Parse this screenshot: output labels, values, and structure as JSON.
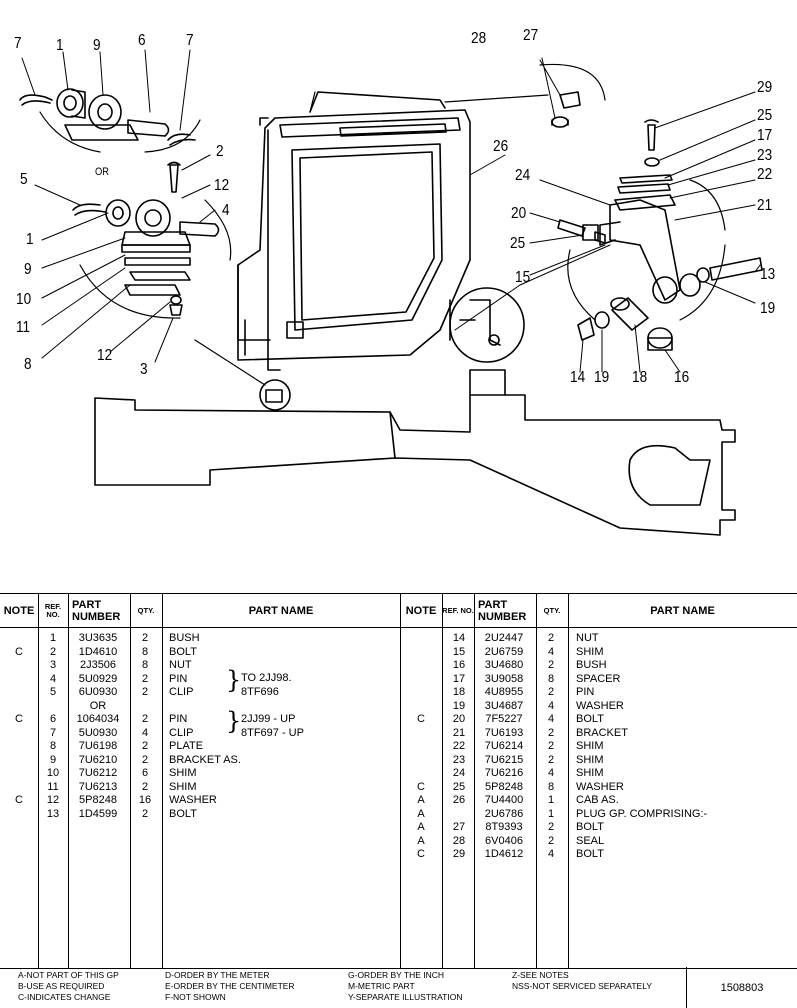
{
  "callouts": [
    {
      "id": "c7a",
      "text": "7"
    },
    {
      "id": "c1a",
      "text": "1"
    },
    {
      "id": "c9a",
      "text": "9"
    },
    {
      "id": "c6",
      "text": "6"
    },
    {
      "id": "c7b",
      "text": "7"
    },
    {
      "id": "cor",
      "text": "OR"
    },
    {
      "id": "c2",
      "text": "2"
    },
    {
      "id": "c5",
      "text": "5"
    },
    {
      "id": "c12a",
      "text": "12"
    },
    {
      "id": "c4",
      "text": "4"
    },
    {
      "id": "c1b",
      "text": "1"
    },
    {
      "id": "c9b",
      "text": "9"
    },
    {
      "id": "c10",
      "text": "10"
    },
    {
      "id": "c11",
      "text": "11"
    },
    {
      "id": "c8",
      "text": "8"
    },
    {
      "id": "c12b",
      "text": "12"
    },
    {
      "id": "c3",
      "text": "3"
    },
    {
      "id": "c28",
      "text": "28"
    },
    {
      "id": "c27",
      "text": "27"
    },
    {
      "id": "c26",
      "text": "26"
    },
    {
      "id": "c29",
      "text": "29"
    },
    {
      "id": "c25a",
      "text": "25"
    },
    {
      "id": "c17",
      "text": "17"
    },
    {
      "id": "c23",
      "text": "23"
    },
    {
      "id": "c24",
      "text": "24"
    },
    {
      "id": "c22",
      "text": "22"
    },
    {
      "id": "c20",
      "text": "20"
    },
    {
      "id": "c21",
      "text": "21"
    },
    {
      "id": "c25b",
      "text": "25"
    },
    {
      "id": "c15",
      "text": "15"
    },
    {
      "id": "c13",
      "text": "13"
    },
    {
      "id": "c19a",
      "text": "19"
    },
    {
      "id": "c14",
      "text": "14"
    },
    {
      "id": "c19b",
      "text": "19"
    },
    {
      "id": "c18",
      "text": "18"
    },
    {
      "id": "c16",
      "text": "16"
    }
  ],
  "table": {
    "headers": {
      "note": "NOTE",
      "ref": "REF. NO.",
      "part_number": "PART NUMBER",
      "qty": "QTY.",
      "part_name": "PART NAME"
    },
    "left": [
      {
        "note": "",
        "ref": "1",
        "pn": "3U3635",
        "qty": "2",
        "name": "BUSH"
      },
      {
        "note": "C",
        "ref": "2",
        "pn": "1D4610",
        "qty": "8",
        "name": "BOLT"
      },
      {
        "note": "",
        "ref": "3",
        "pn": "2J3506",
        "qty": "8",
        "name": "NUT"
      },
      {
        "note": "",
        "ref": "4",
        "pn": "5U0929",
        "qty": "2",
        "name": "PIN"
      },
      {
        "note": "",
        "ref": "5",
        "pn": "6U0930",
        "qty": "2",
        "name": "CLIP"
      },
      {
        "note": "",
        "ref": "",
        "pn": "OR",
        "qty": "",
        "name": ""
      },
      {
        "note": "C",
        "ref": "6",
        "pn": "1064034",
        "qty": "2",
        "name": "PIN"
      },
      {
        "note": "",
        "ref": "7",
        "pn": "5U0930",
        "qty": "4",
        "name": "CLIP"
      },
      {
        "note": "",
        "ref": "8",
        "pn": "7U6198",
        "qty": "2",
        "name": "PLATE"
      },
      {
        "note": "",
        "ref": "9",
        "pn": "7U6210",
        "qty": "2",
        "name": "BRACKET AS."
      },
      {
        "note": "",
        "ref": "10",
        "pn": "7U6212",
        "qty": "6",
        "name": "SHIM"
      },
      {
        "note": "",
        "ref": "11",
        "pn": "7U6213",
        "qty": "2",
        "name": "SHIM"
      },
      {
        "note": "C",
        "ref": "12",
        "pn": "5P8248",
        "qty": "16",
        "name": "WASHER"
      },
      {
        "note": "",
        "ref": "13",
        "pn": "1D4599",
        "qty": "2",
        "name": "BOLT"
      }
    ],
    "bracket_notes": [
      {
        "line1": "TO 2JJ98.",
        "line2": "8TF696"
      },
      {
        "line1": "2JJ99 - UP",
        "line2": "8TF697 - UP"
      }
    ],
    "right": [
      {
        "note": "",
        "ref": "14",
        "pn": "2U2447",
        "qty": "2",
        "name": "NUT"
      },
      {
        "note": "",
        "ref": "15",
        "pn": "2U6759",
        "qty": "4",
        "name": "SHIM"
      },
      {
        "note": "",
        "ref": "16",
        "pn": "3U4680",
        "qty": "2",
        "name": "BUSH"
      },
      {
        "note": "",
        "ref": "17",
        "pn": "3U9058",
        "qty": "8",
        "name": "SPACER"
      },
      {
        "note": "",
        "ref": "18",
        "pn": "4U8955",
        "qty": "2",
        "name": "PIN"
      },
      {
        "note": "",
        "ref": "19",
        "pn": "3U4687",
        "qty": "4",
        "name": "WASHER"
      },
      {
        "note": "C",
        "ref": "20",
        "pn": "7F5227",
        "qty": "4",
        "name": "BOLT"
      },
      {
        "note": "",
        "ref": "21",
        "pn": "7U6193",
        "qty": "2",
        "name": "BRACKET"
      },
      {
        "note": "",
        "ref": "22",
        "pn": "7U6214",
        "qty": "2",
        "name": "SHIM"
      },
      {
        "note": "",
        "ref": "23",
        "pn": "7U6215",
        "qty": "2",
        "name": "SHIM"
      },
      {
        "note": "",
        "ref": "24",
        "pn": "7U6216",
        "qty": "4",
        "name": "SHIM"
      },
      {
        "note": "C",
        "ref": "25",
        "pn": "5P8248",
        "qty": "8",
        "name": "WASHER"
      },
      {
        "note": "A",
        "ref": "26",
        "pn": "7U4400",
        "qty": "1",
        "name": "CAB AS."
      },
      {
        "note": "A",
        "ref": "",
        "pn": "2U6786",
        "qty": "1",
        "name": "PLUG GP. COMPRISING:-"
      },
      {
        "note": "A",
        "ref": "27",
        "pn": "8T9393",
        "qty": "2",
        "name": "BOLT"
      },
      {
        "note": "A",
        "ref": "28",
        "pn": "6V0406",
        "qty": "2",
        "name": "SEAL"
      },
      {
        "note": "C",
        "ref": "29",
        "pn": "1D4612",
        "qty": "4",
        "name": "BOLT"
      }
    ]
  },
  "legend": {
    "col1": [
      "A-NOT PART OF THIS GP",
      "B-USE AS REQUIRED",
      "C-INDICATES CHANGE"
    ],
    "col2": [
      "D-ORDER BY THE METER",
      "E-ORDER BY THE CENTIMETER",
      "F-NOT SHOWN"
    ],
    "col3": [
      "G-ORDER BY THE INCH",
      "M-METRIC PART",
      "Y-SEPARATE ILLUSTRATION"
    ],
    "col4": [
      "Z-SEE NOTES",
      "NSS-NOT SERVICED SEPARATELY"
    ],
    "illustration_number": "1508803"
  }
}
